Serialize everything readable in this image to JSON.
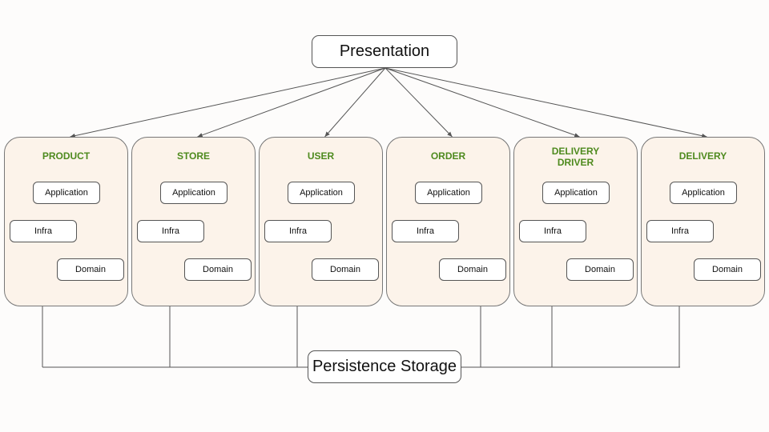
{
  "top_node": {
    "label": "Presentation"
  },
  "bottom_node": {
    "label": "Persistence Storage"
  },
  "layers": {
    "application": "Application",
    "infra": "Infra",
    "domain": "Domain"
  },
  "modules": [
    {
      "id": "product",
      "title": "PRODUCT"
    },
    {
      "id": "store",
      "title": "STORE"
    },
    {
      "id": "user",
      "title": "USER"
    },
    {
      "id": "order",
      "title": "ORDER"
    },
    {
      "id": "delivery-driver",
      "title": "DELIVERY\nDRIVER"
    },
    {
      "id": "delivery",
      "title": "DELIVERY"
    }
  ],
  "colors": {
    "module_fill": "#fcf3ea",
    "module_title": "#4e8a1e",
    "line": "#555555"
  }
}
